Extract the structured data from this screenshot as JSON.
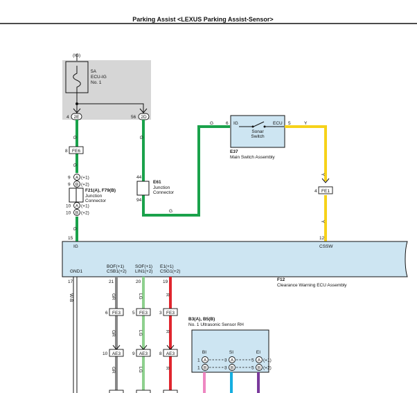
{
  "title": "Parking Assist <LEXUS Parking Assist-Sensor>",
  "fuse_box": {
    "supply": "(IG)",
    "fuse_amp": "5A",
    "fuse_name": "ECU-IG",
    "fuse_no": "No. 1",
    "pin_left": "4",
    "conn_left": "2E",
    "pin_right": "56",
    "conn_right": "2D"
  },
  "wire_colors": {
    "g": "G",
    "y": "Y",
    "wb": "W-B",
    "gr": "GR",
    "lg": "LG",
    "r": "R"
  },
  "colors": {
    "green": "#1aa24b",
    "yellow": "#f6d21a",
    "gray": "#888888",
    "lightgreen": "#8ed08e",
    "red": "#e0262e",
    "pink": "#ee88c2",
    "cyan": "#14aee0",
    "purple": "#7a3a9c",
    "ecu_fill": "#cde5f2"
  },
  "fe6": {
    "pin": "8",
    "label": "FE6"
  },
  "f21": {
    "pins_top": [
      "9",
      "9"
    ],
    "letters_top": [
      "A",
      "B"
    ],
    "variants_top": [
      "(+1)",
      "(+2)"
    ],
    "pins_bottom": [
      "10",
      "10"
    ],
    "letters_bottom": [
      "A",
      "B"
    ],
    "variants_bottom": [
      "(+1)",
      "(+2)"
    ],
    "name": "F21(A), F79(B)",
    "type1": "Junction",
    "type2": "Connector"
  },
  "e61": {
    "name": "E61",
    "type1": "Junction",
    "type2": "Connector",
    "pin_top": "44",
    "pin_bottom": "94"
  },
  "e37": {
    "name": "E37",
    "desc": "Main Switch Assembly",
    "pin_ig": "6",
    "label_ig": "IG",
    "pin_ecu": "5",
    "label_ecu": "ECU",
    "switch1": "Sonar",
    "switch2": "Switch"
  },
  "fe1": {
    "pin": "4",
    "label": "FE1"
  },
  "ecu": {
    "pin_ig": "15",
    "label_ig": "IG",
    "pin_cssw": "12",
    "label_cssw": "CSSW",
    "label_gnd": "GND1",
    "pin_gnd": "17",
    "name": "F12",
    "desc": "Clearance Warning ECU Assembly",
    "sig1_top": "BOF(+1)",
    "sig1_bot": "CSB1(+2)",
    "sig2_top": "SOF(+1)",
    "sig2_bot": "LIN1(+2)",
    "sig3_top": "E1(+1)",
    "sig3_bot": "CSG1(+2)",
    "pin1": "21",
    "pin2": "20",
    "pin3": "19"
  },
  "fe3": {
    "label": "FE3",
    "pins": [
      "6",
      "5",
      "3"
    ]
  },
  "ae3": {
    "label": "AE3",
    "pins": [
      "10",
      "9",
      "8"
    ]
  },
  "sensor": {
    "name": "B3(A), B5(B)",
    "desc": "No. 1 Ultrasonic Sensor RH",
    "pin_labels": [
      "BI",
      "SI",
      "EI"
    ],
    "rows": [
      {
        "pins": [
          "1",
          "3",
          "5"
        ],
        "letter": "A",
        "variant": "(+1)"
      },
      {
        "pins": [
          "1",
          "3",
          "5"
        ],
        "letter": "B",
        "variant": "(+2)"
      }
    ]
  }
}
